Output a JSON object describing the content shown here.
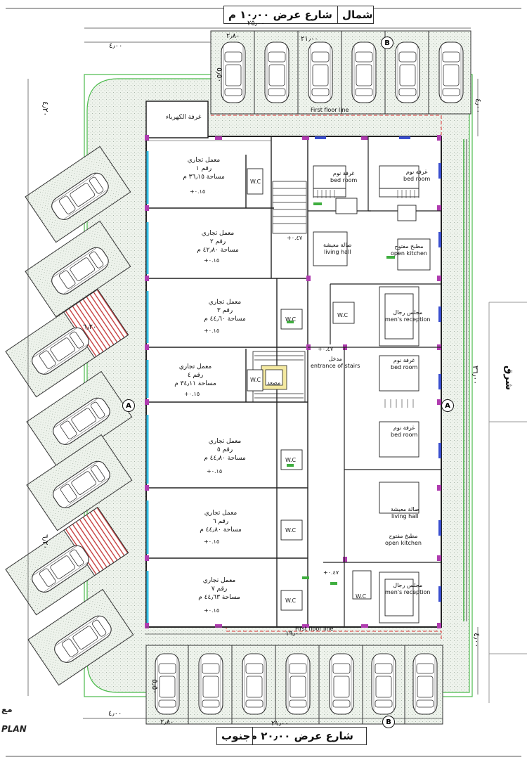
{
  "streets": {
    "north": {
      "direction": "شمال",
      "name": "شارع عرض ١٠٫٠٠ م"
    },
    "south": {
      "direction": "جنوب",
      "name": "شارع عرض ٢٠٫٠٠ م"
    },
    "east": {
      "direction": "شرق"
    }
  },
  "dimensions": {
    "top_total": "٢٥٫٠٠",
    "top_left": "٤٫٠٠",
    "top_mid": "٢١٫٠٠",
    "bottom_left": "٤٫٠٠",
    "bottom_mid": "٢١٫٠٠",
    "right_total": "٣٦٫٠٠",
    "inner_bottom": "١٩٫٠٠",
    "right_top": "٤٫٠٠",
    "right_bottom": "٤٫٠٠",
    "left_top": "٤٫٢٠",
    "left_mid": "٦٫٢٠",
    "slot_width": "٢٫٨٠",
    "slot_depth": "٥٫٥٠",
    "slot_depth_alt": "٦٫٢٠"
  },
  "markers": {
    "a": "A",
    "b": "B"
  },
  "first_floor_line": "First floor line",
  "guard_room": "غرفة الكهرباء",
  "elevator": "مصعد",
  "shops": [
    {
      "title": "معمل تجاري",
      "number": "رقم ١",
      "area": "مساحة ٣٦٫١٥ م",
      "level": "+٠.١٥"
    },
    {
      "title": "معمل تجاري",
      "number": "رقم ٢",
      "area": "مساحة ٤٢٫٨٠ م",
      "level": "+٠.١٥"
    },
    {
      "title": "معمل تجاري",
      "number": "رقم ٣",
      "area": "مساحة ٤٤٫٦٠ م",
      "level": "+٠.١٥"
    },
    {
      "title": "معمل تجاري",
      "number": "رقم ٤",
      "area": "مساحة ٣٤٫١١ م",
      "level": "+٠.١٥"
    },
    {
      "title": "معمل تجاري",
      "number": "رقم ٥",
      "area": "مساحة ٤٤٫٨٠ م",
      "level": "+٠.١٥"
    },
    {
      "title": "معمل تجاري",
      "number": "رقم ٦",
      "area": "مساحة ٤٤٫٨٠ م",
      "level": "+٠.١٥"
    },
    {
      "title": "معمل تجاري",
      "number": "رقم ٧",
      "area": "مساحة ٤٤٫٦٣ م",
      "level": "+٠.١٥"
    }
  ],
  "rooms": {
    "bedroom": "غرفة نوم",
    "bedroom_en": "bed room",
    "living": "صالة معيشة",
    "living_en": "living hall",
    "kitchen": "مطبخ مفتوح",
    "kitchen_en": "open kitchen",
    "majlis": "مجلس رجال",
    "majlis_en": "men's reception",
    "wc": "W.C",
    "stair_level": "+٠.٤٧",
    "entrance": "مدخل",
    "entrance_en": "entrance of stairs"
  },
  "corner_text": {
    "left": "مع",
    "plan": "PLAN"
  }
}
